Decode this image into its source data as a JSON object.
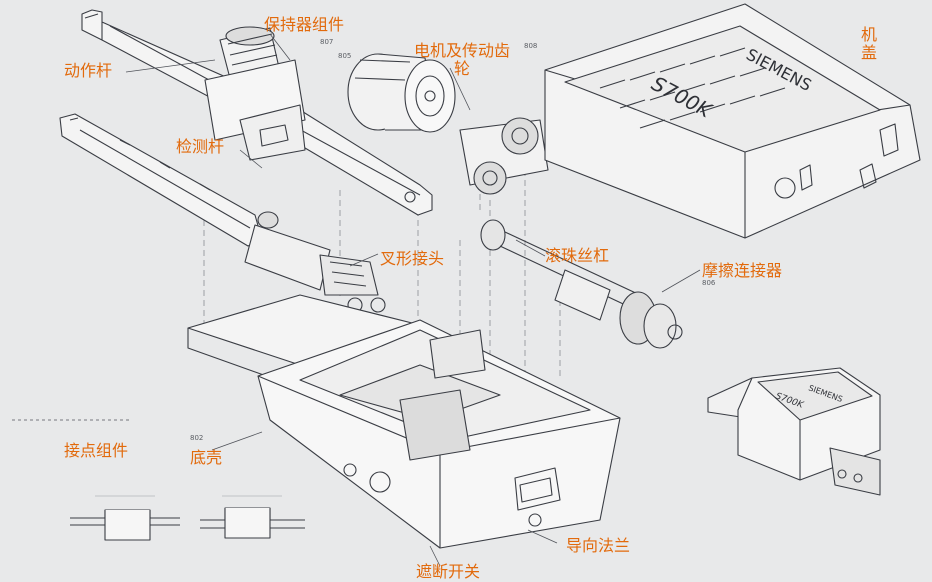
{
  "labels": {
    "action_rod": "动作杆",
    "holder_assembly": "保持器组件",
    "motor_gear": "电机及传动齿轮",
    "cover": "机盖",
    "check_rod": "检测杆",
    "fork_joint": "叉形接头",
    "ball_screw": "滚珠丝杠",
    "friction_coupler": "摩擦连接器",
    "contact_assembly": "接点组件",
    "base_housing": "底壳",
    "guide_flange": "导向法兰",
    "shield_switch": "遮断开关"
  },
  "part_numbers": {
    "holder": "807",
    "motor": "805",
    "cover": "808",
    "friction": "806",
    "base": "802"
  },
  "cover_brand": "SIEMENS",
  "cover_model": "S700K",
  "colors": {
    "label": "#e26a0c",
    "line": "#3a3d44",
    "background": "#e8e9ea"
  }
}
